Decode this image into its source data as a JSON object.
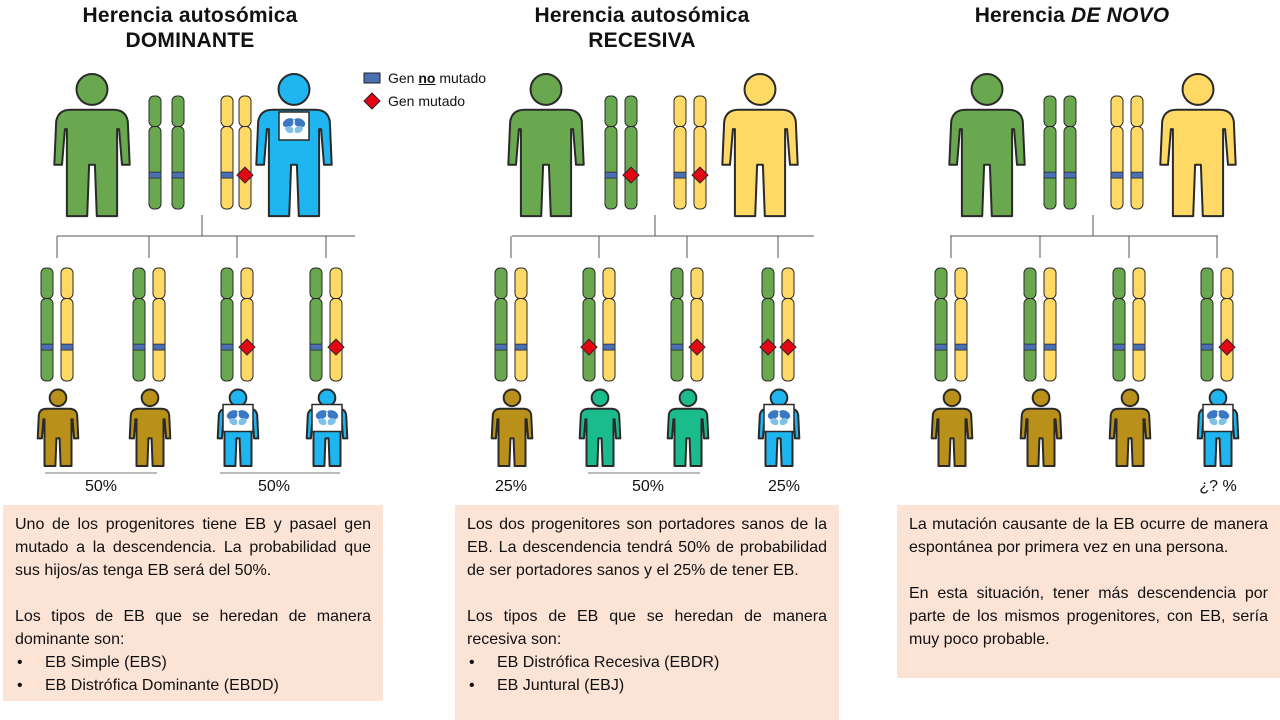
{
  "legend": {
    "normal_prefix": "Gen ",
    "normal_emph": "no",
    "normal_suffix": " mutado",
    "mutated": "Gen mutado",
    "normal_color": "#4a6fb3",
    "mutated_color": "#e30613"
  },
  "colors": {
    "green": "#6aa84f",
    "yellow": "#ffd966",
    "blue": "#1fb5f0",
    "brown": "#b8901a",
    "teal": "#1abc8c"
  },
  "panels": [
    {
      "title_line1": "Herencia autosómica",
      "title_line2": "DOMINANTE",
      "parents": [
        {
          "color": "green",
          "affected": false
        },
        {
          "color": "blue",
          "affected": true,
          "icon": "butterfly-icon"
        }
      ],
      "parent_chromosomes": [
        {
          "colors": [
            "green",
            "green"
          ],
          "mutations": [
            false,
            false
          ]
        },
        {
          "colors": [
            "yellow",
            "yellow"
          ],
          "mutations": [
            false,
            true
          ]
        }
      ],
      "children": [
        {
          "colors": [
            "green",
            "yellow"
          ],
          "mutations": [
            false,
            false
          ],
          "person": "brown"
        },
        {
          "colors": [
            "green",
            "yellow"
          ],
          "mutations": [
            false,
            false
          ],
          "person": "brown"
        },
        {
          "colors": [
            "green",
            "yellow"
          ],
          "mutations": [
            false,
            true
          ],
          "person": "affected"
        },
        {
          "colors": [
            "green",
            "yellow"
          ],
          "mutations": [
            false,
            true
          ],
          "person": "affected"
        }
      ],
      "percentages": [
        "50%",
        "50%"
      ],
      "text": {
        "p1": "Uno de los progenitores tiene EB y pasael gen mutado a la descendencia. La probabilidad que sus hijos/as tenga EB será del 50%.",
        "p2": "Los tipos de EB que se heredan de manera dominante son:",
        "items": [
          "EB Simple (EBS)",
          "EB Distrófica Dominante (EBDD)"
        ]
      }
    },
    {
      "title_line1": "Herencia autosómica",
      "title_line2": "RECESIVA",
      "parents": [
        {
          "color": "green",
          "affected": false
        },
        {
          "color": "yellow",
          "affected": false
        }
      ],
      "parent_chromosomes": [
        {
          "colors": [
            "green",
            "green"
          ],
          "mutations": [
            false,
            true
          ]
        },
        {
          "colors": [
            "yellow",
            "yellow"
          ],
          "mutations": [
            false,
            true
          ]
        }
      ],
      "children": [
        {
          "colors": [
            "green",
            "yellow"
          ],
          "mutations": [
            false,
            false
          ],
          "person": "brown"
        },
        {
          "colors": [
            "green",
            "yellow"
          ],
          "mutations": [
            true,
            false
          ],
          "person": "teal"
        },
        {
          "colors": [
            "green",
            "yellow"
          ],
          "mutations": [
            false,
            true
          ],
          "person": "teal"
        },
        {
          "colors": [
            "green",
            "yellow"
          ],
          "mutations": [
            true,
            true
          ],
          "person": "affected"
        }
      ],
      "percentages": [
        "25%",
        "50%",
        "25%"
      ],
      "text": {
        "p1": "Los dos progenitores son portadores sanos de la EB. La descendencia tendrá 50% de probabilidad de ser portadores sanos y el 25% de tener EB.",
        "p2": "Los tipos de EB que se heredan de manera recesiva son:",
        "items": [
          "EB Distrófica Recesiva (EBDR)",
          "EB Juntural (EBJ)"
        ]
      }
    },
    {
      "title_line1": "Herencia ",
      "title_emph": "DE NOVO",
      "parents": [
        {
          "color": "green",
          "affected": false
        },
        {
          "color": "yellow",
          "affected": false
        }
      ],
      "parent_chromosomes": [
        {
          "colors": [
            "green",
            "green"
          ],
          "mutations": [
            false,
            false
          ]
        },
        {
          "colors": [
            "yellow",
            "yellow"
          ],
          "mutations": [
            false,
            false
          ]
        }
      ],
      "children": [
        {
          "colors": [
            "green",
            "yellow"
          ],
          "mutations": [
            false,
            false
          ],
          "person": "brown"
        },
        {
          "colors": [
            "green",
            "yellow"
          ],
          "mutations": [
            false,
            false
          ],
          "person": "brown"
        },
        {
          "colors": [
            "green",
            "yellow"
          ],
          "mutations": [
            false,
            false
          ],
          "person": "brown"
        },
        {
          "colors": [
            "green",
            "yellow"
          ],
          "mutations": [
            false,
            true
          ],
          "person": "affected"
        }
      ],
      "percentages": [
        "¿? %"
      ],
      "text": {
        "p1": "La mutación causante de la EB ocurre de manera espontánea por primera vez en una persona.",
        "p2": "En esta situación, tener más descendencia por parte de los mismos progenitores, con EB, sería muy poco probable.",
        "items": []
      }
    }
  ]
}
